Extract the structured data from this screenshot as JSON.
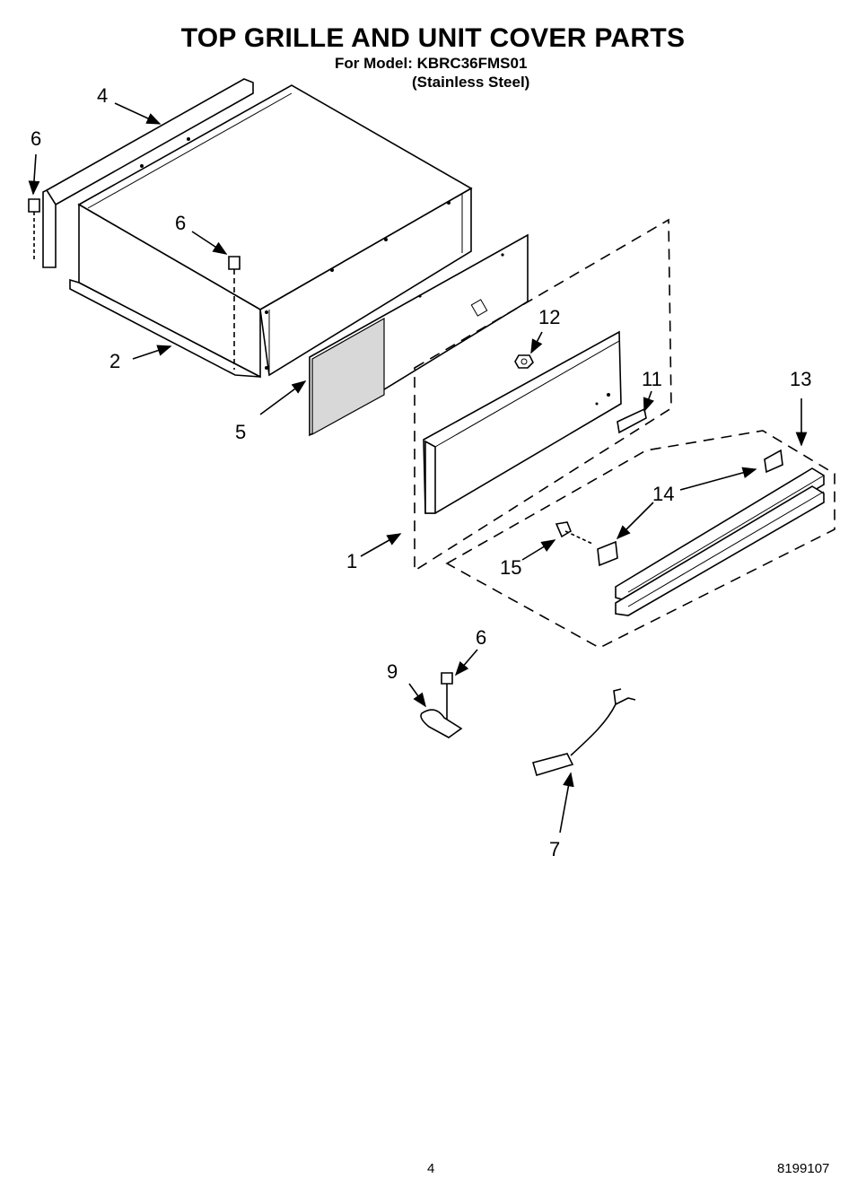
{
  "header": {
    "title": "TOP GRILLE AND UNIT COVER PARTS",
    "model_line": "For Model: KBRC36FMS01",
    "variant": "(Stainless Steel)"
  },
  "callouts": {
    "c4": "4",
    "c6a": "6",
    "c6b": "6",
    "c6c": "6",
    "c2": "2",
    "c5": "5",
    "c12": "12",
    "c11": "11",
    "c13": "13",
    "c14": "14",
    "c1": "1",
    "c15": "15",
    "c9": "9",
    "c7": "7"
  },
  "footer": {
    "page_number": "4",
    "document_number": "8199107"
  }
}
